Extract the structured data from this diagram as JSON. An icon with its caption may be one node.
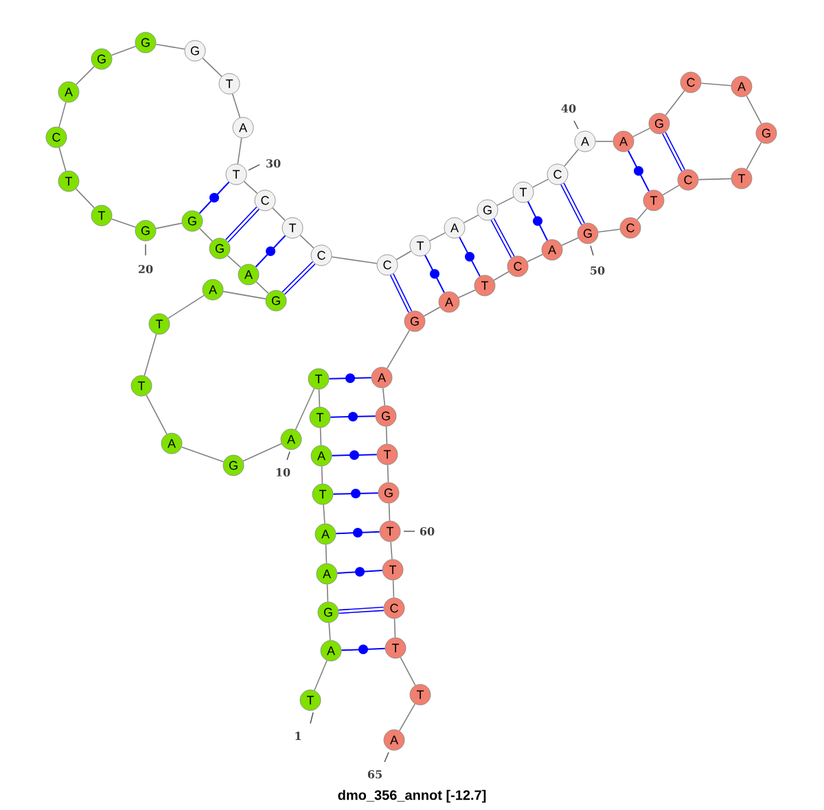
{
  "diagram": {
    "caption": "dmo_356_annot [-12.7]",
    "nodes": [
      {
        "text": [
          "T"
        ],
        "beside": [
          "1"
        ]
      },
      {
        "text": [
          "A"
        ]
      },
      {
        "text": [
          "G"
        ]
      },
      {
        "text": [
          "A"
        ]
      },
      {
        "text": [
          "A"
        ]
      },
      {
        "text": [
          "T"
        ]
      },
      {
        "text": [
          "A"
        ]
      },
      {
        "text": [
          "T"
        ]
      },
      {
        "text": [
          "T"
        ]
      },
      {
        "text": [
          "A"
        ],
        "beside": [
          "10"
        ]
      },
      {
        "text": [
          "G"
        ]
      },
      {
        "text": [
          "A"
        ]
      },
      {
        "text": [
          "T"
        ]
      },
      {
        "text": [
          "T"
        ]
      },
      {
        "text": [
          "A"
        ]
      },
      {
        "text": [
          "G"
        ]
      },
      {
        "text": [
          "A"
        ]
      },
      {
        "text": [
          "G"
        ]
      },
      {
        "text": [
          "G"
        ]
      },
      {
        "text": [
          "G"
        ],
        "beside": [
          "20"
        ]
      },
      {
        "text": [
          "T"
        ]
      },
      {
        "text": [
          "T"
        ]
      },
      {
        "text": [
          "C"
        ]
      },
      {
        "text": [
          "A"
        ]
      },
      {
        "text": [
          "G"
        ]
      },
      {
        "text": [
          "G"
        ]
      },
      {
        "text": [
          "G"
        ]
      },
      {
        "text": [
          "T"
        ]
      },
      {
        "text": [
          "A"
        ]
      },
      {
        "text": [
          "T"
        ],
        "beside": [
          "30"
        ]
      },
      {
        "text": [
          "C"
        ]
      },
      {
        "text": [
          "T"
        ]
      },
      {
        "text": [
          "C"
        ]
      },
      {
        "text": [
          "C"
        ]
      },
      {
        "text": [
          "T"
        ]
      },
      {
        "text": [
          "A"
        ]
      },
      {
        "text": [
          "G"
        ]
      },
      {
        "text": [
          "T"
        ]
      },
      {
        "text": [
          "C"
        ]
      },
      {
        "text": [
          "A"
        ],
        "beside": [
          "40"
        ]
      },
      {
        "text": [
          "A"
        ]
      },
      {
        "text": [
          "G"
        ]
      },
      {
        "text": [
          "C"
        ]
      },
      {
        "text": [
          "A"
        ]
      },
      {
        "text": [
          "G"
        ]
      },
      {
        "text": [
          "T"
        ]
      },
      {
        "text": [
          "C"
        ]
      },
      {
        "text": [
          "T"
        ]
      },
      {
        "text": [
          "C"
        ]
      },
      {
        "text": [
          "G"
        ],
        "beside": [
          "50"
        ]
      },
      {
        "text": [
          "A"
        ]
      },
      {
        "text": [
          "C"
        ]
      },
      {
        "text": [
          "T"
        ]
      },
      {
        "text": [
          "A"
        ]
      },
      {
        "text": [
          "G"
        ]
      },
      {
        "text": [
          "A"
        ]
      },
      {
        "text": [
          "G"
        ]
      },
      {
        "text": [
          "T"
        ]
      },
      {
        "text": [
          "G"
        ]
      },
      {
        "text": [
          "T"
        ],
        "beside": [
          "60"
        ]
      },
      {
        "text": [
          "T"
        ]
      },
      {
        "text": [
          "C"
        ]
      },
      {
        "text": [
          "T"
        ]
      },
      {
        "text": [
          "T"
        ]
      },
      {
        "text": [
          "A"
        ],
        "beside": [
          "65"
        ]
      }
    ],
    "edges": [
      {
        "from": 0,
        "to": 1,
        "arrow": "none"
      },
      {
        "from": 1,
        "to": 2,
        "arrow": "none"
      },
      {
        "from": 2,
        "to": 3,
        "arrow": "none"
      },
      {
        "from": 3,
        "to": 4,
        "arrow": "none"
      },
      {
        "from": 4,
        "to": 5,
        "arrow": "none"
      },
      {
        "from": 5,
        "to": 6,
        "arrow": "none"
      },
      {
        "from": 6,
        "to": 7,
        "arrow": "none"
      },
      {
        "from": 7,
        "to": 8,
        "arrow": "none"
      },
      {
        "from": 8,
        "to": 9,
        "arrow": "none"
      },
      {
        "from": 9,
        "to": 10,
        "arrow": "none"
      },
      {
        "from": 10,
        "to": 11,
        "arrow": "none"
      },
      {
        "from": 11,
        "to": 12,
        "arrow": "none"
      },
      {
        "from": 12,
        "to": 13,
        "arrow": "none"
      },
      {
        "from": 13,
        "to": 14,
        "arrow": "none"
      },
      {
        "from": 14,
        "to": 15,
        "arrow": "none"
      },
      {
        "from": 15,
        "to": 16,
        "arrow": "none"
      },
      {
        "from": 16,
        "to": 17,
        "arrow": "none"
      },
      {
        "from": 17,
        "to": 18,
        "arrow": "none"
      },
      {
        "from": 18,
        "to": 19,
        "arrow": "none"
      },
      {
        "from": 19,
        "to": 20,
        "arrow": "none"
      },
      {
        "from": 20,
        "to": 21,
        "arrow": "none"
      },
      {
        "from": 21,
        "to": 22,
        "arrow": "none"
      },
      {
        "from": 22,
        "to": 23,
        "arrow": "none"
      },
      {
        "from": 23,
        "to": 24,
        "arrow": "none"
      },
      {
        "from": 24,
        "to": 25,
        "arrow": "none"
      },
      {
        "from": 25,
        "to": 26,
        "arrow": "none"
      },
      {
        "from": 26,
        "to": 27,
        "arrow": "none"
      },
      {
        "from": 27,
        "to": 28,
        "arrow": "none"
      },
      {
        "from": 28,
        "to": 29,
        "arrow": "none"
      },
      {
        "from": 29,
        "to": 30,
        "arrow": "none"
      },
      {
        "from": 30,
        "to": 31,
        "arrow": "none"
      },
      {
        "from": 31,
        "to": 32,
        "arrow": "none"
      },
      {
        "from": 32,
        "to": 33,
        "arrow": "none"
      },
      {
        "from": 33,
        "to": 34,
        "arrow": "none"
      },
      {
        "from": 34,
        "to": 35,
        "arrow": "none"
      },
      {
        "from": 35,
        "to": 36,
        "arrow": "none"
      },
      {
        "from": 36,
        "to": 37,
        "arrow": "none"
      },
      {
        "from": 37,
        "to": 38,
        "arrow": "none"
      },
      {
        "from": 38,
        "to": 39,
        "arrow": "none"
      },
      {
        "from": 39,
        "to": 40,
        "arrow": "none"
      },
      {
        "from": 40,
        "to": 41,
        "arrow": "none"
      },
      {
        "from": 41,
        "to": 42,
        "arrow": "none"
      },
      {
        "from": 42,
        "to": 43,
        "arrow": "none"
      },
      {
        "from": 43,
        "to": 44,
        "arrow": "none"
      },
      {
        "from": 44,
        "to": 45,
        "arrow": "none"
      },
      {
        "from": 45,
        "to": 46,
        "arrow": "none"
      },
      {
        "from": 46,
        "to": 47,
        "arrow": "none"
      },
      {
        "from": 47,
        "to": 48,
        "arrow": "none"
      },
      {
        "from": 48,
        "to": 49,
        "arrow": "none"
      },
      {
        "from": 49,
        "to": 50,
        "arrow": "none"
      },
      {
        "from": 50,
        "to": 51,
        "arrow": "none"
      },
      {
        "from": 51,
        "to": 52,
        "arrow": "none"
      },
      {
        "from": 52,
        "to": 53,
        "arrow": "none"
      },
      {
        "from": 53,
        "to": 54,
        "arrow": "none"
      },
      {
        "from": 54,
        "to": 55,
        "arrow": "none"
      },
      {
        "from": 55,
        "to": 56,
        "arrow": "none"
      },
      {
        "from": 56,
        "to": 57,
        "arrow": "none"
      },
      {
        "from": 57,
        "to": 58,
        "arrow": "none"
      },
      {
        "from": 58,
        "to": 59,
        "arrow": "none"
      },
      {
        "from": 59,
        "to": 60,
        "arrow": "none"
      },
      {
        "from": 60,
        "to": 61,
        "arrow": "none"
      },
      {
        "from": 61,
        "to": 62,
        "arrow": "none"
      },
      {
        "from": 62,
        "to": 63,
        "arrow": "none"
      },
      {
        "from": 63,
        "to": 64,
        "arrow": "none"
      },
      {
        "from": 1,
        "to": 62,
        "arrow": "none",
        "color": "#0000ff"
      },
      {
        "from": 2,
        "to": 61,
        "arrow": "none",
        "color": "#0000ff",
        "style": "thick"
      },
      {
        "from": 3,
        "to": 60,
        "arrow": "none",
        "color": "#0000ff"
      },
      {
        "from": 4,
        "to": 59,
        "arrow": "none",
        "color": "#0000ff"
      },
      {
        "from": 5,
        "to": 58,
        "arrow": "none",
        "color": "#0000ff"
      },
      {
        "from": 6,
        "to": 57,
        "arrow": "none",
        "color": "#0000ff"
      },
      {
        "from": 7,
        "to": 56,
        "arrow": "none",
        "color": "#0000ff"
      },
      {
        "from": 8,
        "to": 55,
        "arrow": "none",
        "color": "#0000ff"
      },
      {
        "from": 15,
        "to": 32,
        "arrow": "none",
        "color": "#0000ff",
        "style": "thick"
      },
      {
        "from": 16,
        "to": 31,
        "arrow": "none",
        "color": "#0000ff"
      },
      {
        "from": 17,
        "to": 30,
        "arrow": "none",
        "color": "#0000ff",
        "style": "thick"
      },
      {
        "from": 18,
        "to": 29,
        "arrow": "none",
        "color": "#0000ff"
      },
      {
        "from": 33,
        "to": 54,
        "arrow": "none",
        "color": "#0000ff",
        "style": "thick"
      },
      {
        "from": 34,
        "to": 53,
        "arrow": "none",
        "color": "#0000ff"
      },
      {
        "from": 35,
        "to": 52,
        "arrow": "none",
        "color": "#0000ff"
      },
      {
        "from": 36,
        "to": 51,
        "arrow": "none",
        "color": "#0000ff",
        "style": "thick"
      },
      {
        "from": 37,
        "to": 50,
        "arrow": "none",
        "color": "#0000ff"
      },
      {
        "from": 38,
        "to": 49,
        "arrow": "none",
        "color": "#0000ff",
        "style": "thick"
      },
      {
        "from": 40,
        "to": 47,
        "arrow": "none",
        "color": "#0000ff"
      },
      {
        "from": 41,
        "to": 46,
        "arrow": "none",
        "color": "#0000ff",
        "style": "thick"
      }
    ]
  }
}
